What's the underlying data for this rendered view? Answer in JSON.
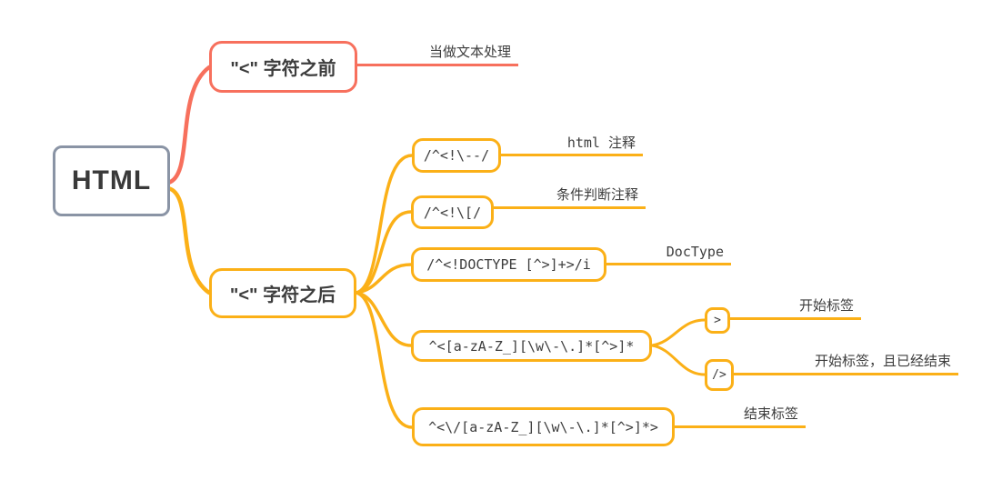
{
  "diagram": {
    "type": "mindmap",
    "root": {
      "label": "HTML"
    },
    "branches": {
      "before": {
        "label": "\"<\" 字符之前",
        "leaf": "当做文本处理",
        "color": "#f7705d"
      },
      "after": {
        "label": "\"<\" 字符之后",
        "color": "#fbb017",
        "children": [
          {
            "regex": "/^<!\\--/",
            "leaf": "html 注释"
          },
          {
            "regex": "/^<!\\[/",
            "leaf": "条件判断注释"
          },
          {
            "regex": "/^<!DOCTYPE [^>]+>/i",
            "leaf": "DocType"
          },
          {
            "regex": "^<[a-zA-Z_][\\w\\-\\.]*[^>]*",
            "children": [
              {
                "regex": ">",
                "leaf": "开始标签"
              },
              {
                "regex": "/>",
                "leaf": "开始标签，且已经结束"
              }
            ]
          },
          {
            "regex": "^<\\/[a-zA-Z_][\\w\\-\\.]*[^>]*>",
            "leaf": "结束标签"
          }
        ]
      }
    },
    "colors": {
      "root_border": "#8a94a5",
      "red_branch": "#f7705d",
      "yellow_branch": "#fbb017",
      "text": "#3d3d3d",
      "background": "#ffffff"
    }
  }
}
